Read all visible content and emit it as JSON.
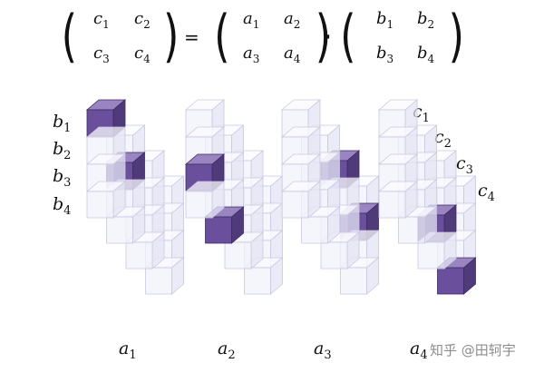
{
  "equation": {
    "C": {
      "r1": [
        "c",
        "1",
        "c",
        "2"
      ],
      "r2": [
        "c",
        "3",
        "c",
        "4"
      ]
    },
    "A": {
      "r1": [
        "a",
        "1",
        "a",
        "2"
      ],
      "r2": [
        "a",
        "3",
        "a",
        "4"
      ]
    },
    "B": {
      "r1": [
        "b",
        "1",
        "b",
        "2"
      ],
      "r2": [
        "b",
        "3",
        "b",
        "4"
      ]
    },
    "equals": "=",
    "dot": "·",
    "lparen": "(",
    "rparen": ")"
  },
  "row_labels": [
    {
      "sym": "b",
      "sub": "1"
    },
    {
      "sym": "b",
      "sub": "2"
    },
    {
      "sym": "b",
      "sub": "3"
    },
    {
      "sym": "b",
      "sub": "4"
    }
  ],
  "depth_labels": [
    {
      "sym": "c",
      "sub": "1"
    },
    {
      "sym": "c",
      "sub": "2"
    },
    {
      "sym": "c",
      "sub": "3"
    },
    {
      "sym": "c",
      "sub": "4"
    }
  ],
  "slice_labels": [
    {
      "sym": "a",
      "sub": "1"
    },
    {
      "sym": "a",
      "sub": "2"
    },
    {
      "sym": "a",
      "sub": "3"
    },
    {
      "sym": "a",
      "sub": "4"
    }
  ],
  "slices": [
    {
      "highlighted": [
        {
          "row": 1,
          "col": 1
        },
        {
          "row": 2,
          "col": 2
        }
      ]
    },
    {
      "highlighted": [
        {
          "row": 3,
          "col": 1
        },
        {
          "row": 4,
          "col": 2
        }
      ]
    },
    {
      "highlighted": [
        {
          "row": 1,
          "col": 3
        },
        {
          "row": 2,
          "col": 4
        }
      ]
    },
    {
      "highlighted": [
        {
          "row": 3,
          "col": 3
        },
        {
          "row": 4,
          "col": 4
        }
      ]
    }
  ],
  "colors": {
    "ghost_front": "#f1f1fb",
    "ghost_top": "#fbfbff",
    "ghost_side": "#e4e4f4",
    "ghost_stroke": "#c9c9e2",
    "hi_front": "#6a4f9c",
    "hi_top": "#9a85c2",
    "hi_side": "#4f3a7a",
    "hi_stroke": "#3c2b61"
  },
  "watermark": "知乎 @田轲宇"
}
